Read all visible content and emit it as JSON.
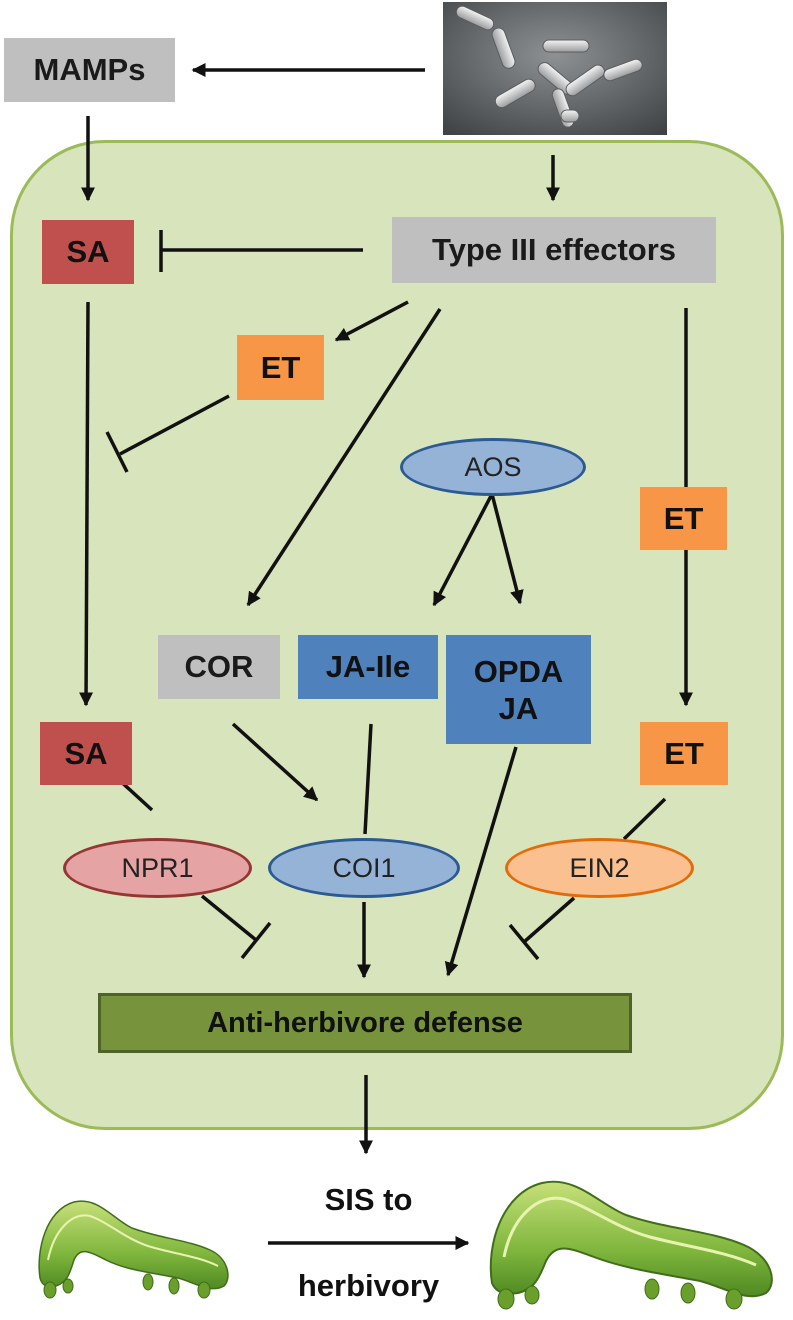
{
  "nodes": {
    "mamps": "MAMPs",
    "sa_top": "SA",
    "type3": "Type III effectors",
    "et_left": "ET",
    "aos": "AOS",
    "et_right_top": "ET",
    "cor": "COR",
    "jaile": "JA-Ile",
    "opda_line1": "OPDA",
    "opda_line2": "JA",
    "sa_bottom": "SA",
    "et_right_bottom": "ET",
    "npr1": "NPR1",
    "coi1": "COI1",
    "ein2": "EIN2",
    "defense": "Anti-herbivore defense"
  },
  "caption": {
    "line1": "SIS to",
    "line2": "herbivory"
  },
  "images": {
    "bacteria": "bacteria-micrograph",
    "caterpillar_small": "caterpillar-small",
    "caterpillar_large": "caterpillar-large"
  },
  "colors": {
    "cell_fill": "#d8e4bc",
    "cell_border": "#9bbb59",
    "sa": "#c0504d",
    "effector": "#bfbfbf",
    "et": "#f79646",
    "ja": "#4f81bd",
    "aos_fill": "#95b3d7",
    "npr1_fill": "#e6a3a3",
    "coi1_fill": "#95b3d7",
    "ein2_fill": "#fac090",
    "defense": "#77933c"
  }
}
